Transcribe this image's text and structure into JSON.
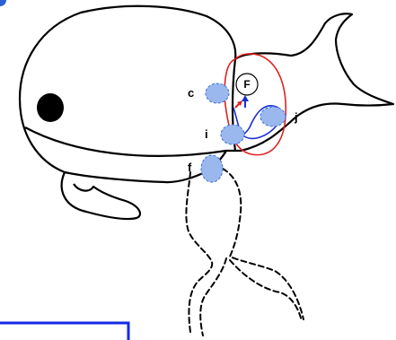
{
  "labels": {
    "c": "c",
    "F": "F",
    "j": "j",
    "i": "i",
    "f": "f"
  },
  "colors": {
    "outline": "#000000",
    "red_path": "#e02020",
    "blue_path": "#1a2fd0",
    "blob_fill": "#9ab8ee",
    "blob_stroke": "#3a6fd8",
    "frame": "#1428e6"
  }
}
